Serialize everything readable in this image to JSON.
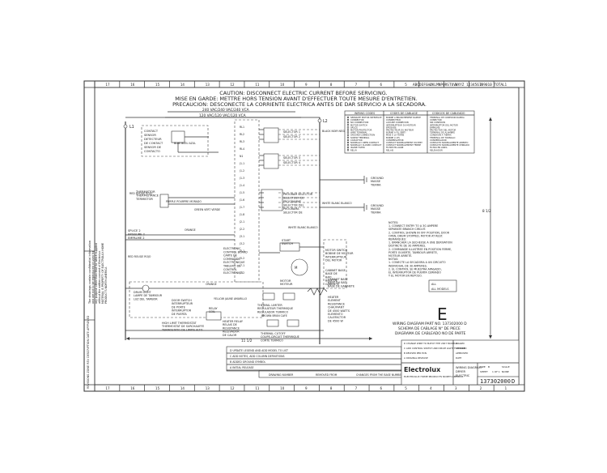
{
  "caution": {
    "en": "CAUTION: DISCONNECT ELECTRIC CURRENT BEFORE SERVICING.",
    "fr": "MISE EN GARDE: METTRE HORS TENSION AVANT D'EFFECTUER TOUTE MESURE D'ENTRETIEN.",
    "es": "PRECAUCION: DESCONECTE LA CORRIENTE ELECTRICA ANTES DE DAR SERVICIO A LA SECADORA."
  },
  "supply": {
    "v240": "240 VAC/240 VAC/240 VCA",
    "v120": "120 VAC/120 VAC/120 VCA",
    "l1": "L1",
    "l2": "L2"
  },
  "top_code": "ABCDEFGHJKLMNPQRSTUVWXYZ 123456789010 TOTAL",
  "column_numbers": [
    "17",
    "16",
    "15",
    "14",
    "13",
    "12",
    "11",
    "10",
    "9",
    "8",
    "7",
    "6",
    "5",
    "4",
    "3",
    "2",
    "1"
  ],
  "components": {
    "contact_sensor": [
      "CONTACT",
      "SENSOR",
      "DETECTEUR",
      "DE CONTACT",
      "SENSOR DE",
      "CONTACTO"
    ],
    "thermistor": [
      "THERMISTOR",
      "THERMISTANCE",
      "TERMISTOR"
    ],
    "splice": [
      "SPLICE 2",
      "EPISSURE 2",
      "EMPALME 2"
    ],
    "control": [
      "ELECTRONIC",
      "CONTROL BOARD",
      "CARTE DE",
      "COMMANDE",
      "ELECTRONIQUE",
      "TABLERO DE",
      "CONTROL",
      "ELECTRONICO"
    ],
    "program_selector": [
      "PROGRAM SELECTOR",
      "SELECTEUR DE",
      "PROGRAMME",
      "SELECTOR DEL",
      "PROGRAMA",
      "SELECTOR DE"
    ],
    "selectors": [
      "SELECTOR 1",
      "SELECTOR 2",
      "SELECTOR 3",
      "SELECTOR 4"
    ],
    "start_sw": [
      "START",
      "SWITCH"
    ],
    "motor": [
      "MOTOR",
      "MOTEUR"
    ],
    "motor_sw": [
      "MOTOR SWITCH",
      "BOBINE DE MOTEUR",
      "INTERRUPTEUR",
      "DEL MOTOR"
    ],
    "door_sw": [
      "DOOR SWITCH",
      "INTERRUPTEUR",
      "DE PORTE",
      "INTERRUPTOR",
      "DE PUERTA"
    ],
    "drum_light": [
      "DRUM LIGHT",
      "LAMPE DE TAMBOUR",
      "LUZ DEL TAMBOR"
    ],
    "high_limit": [
      "HIGH LIMIT THERMOSTAT",
      "THERMOSTAT DE SURCHAUFFE",
      "TERMOSTATO DE LIMITE ALTO"
    ],
    "relay_coil": [
      "RELAY",
      "COIL"
    ],
    "heater_relay": [
      "HEATER RELAY",
      "RELAIS DE",
      "RESISTANCE",
      "RELEVADOR",
      "DE CALOR"
    ],
    "thermal_limiter": [
      "THERMAL LIMITER",
      "REGULATEUR THERMIQUE",
      "REGULADOR TERMICO"
    ],
    "thermal_cutoff": [
      "THERMAL CUTOFF",
      "COUPE-CIRCUIT THERMIQUE",
      "CORTE TERMICO"
    ],
    "heater": [
      "HEATER",
      "ELEMENT",
      "RESISTANCE",
      "CHAUFFANT",
      "DE 4500 WATTS",
      "ELEMENTO",
      "CALEFACTOR",
      "DE 4500 W"
    ],
    "cabinet_base": [
      "CABINET BASE",
      "BASE DE",
      "BATI",
      "BASE DE",
      "GABINETE"
    ],
    "cabinet_base2": [
      "CABINET BASE",
      "BASE DU BATI",
      "BASE DE GABINETE"
    ],
    "ground_a": [
      "GROUND",
      "MASSE",
      "TIERRA"
    ],
    "ground_b": [
      "GROUND",
      "MASSE",
      "TIERRA"
    ]
  },
  "wire_colors": {
    "red": "RED ROUGE ROJO",
    "black": "BLACK NOIR NEGRO",
    "white": "WHITE BLANC BLANCO",
    "blue": "BLUE BLEU AZUL",
    "orange": "ORANGE",
    "purple": "PURPLE POURPRE MORADO",
    "green": "GREEN VERT VERDE",
    "brown": "BROWN BRUN CAFE",
    "yellow": "YELLOW JAUNE AMARILLO"
  },
  "relay_labels": [
    "RL1",
    "RL2",
    "RL3",
    "RL4",
    "N1",
    "J1-1",
    "J1-2",
    "J1-3",
    "J1-4",
    "J1-5",
    "J1-6",
    "J1-7",
    "J1-8",
    "J2-1",
    "J2-2",
    "J3-1",
    "J3-2",
    "J5-1",
    "J5-2",
    "J7-1",
    "J7-2"
  ],
  "legend": {
    "headers": [
      "WIRING CODES",
      "CODES DE CABLAGE",
      "CODIGOS DE CABLEADO"
    ],
    "rows": [
      [
        "SEPARATE MOTOR INTERFACE",
        "BORNE A BRANCHEMENT RAPIDE",
        "TERMINAL DE CONEXION RAPIDA"
      ],
      [
        "CONNECTOR",
        "CONNECTEUR",
        "CONECTOR"
      ],
      [
        "NO CONNECTION",
        "AUCUNE CONNEXION",
        "SIN CONEXION"
      ],
      [
        "MOTOR SWITCH",
        "INTERRUPTEUR DU MOTEUR",
        "INTERRUPTOR DEL MOTOR"
      ],
      [
        "SPLICE",
        "EPISSURE",
        "EMPALME"
      ],
      [
        "MOTOR PROTECTOR",
        "PROTECTEUR DU MOTEUR",
        "PROTECTOR DEL MOTOR"
      ],
      [
        "WIRE TERMINAL",
        "BORNE A FIL SERTI",
        "TERMINAL DE ALAMBRE"
      ],
      [
        "GROUND CONNECTION",
        "MISE A LA TERRE",
        "CONEXION A TIERRA"
      ],
      [
        "SCREW TERMINAL",
        "BORNE A VIS",
        "TERMINAL DE TORNILLO"
      ],
      [
        "CAPACITOR",
        "CONDENSATEUR",
        "CONDENSADOR"
      ],
      [
        "NORMALLY OPEN CONTACT",
        "CONTACT NORMALEMENT OUVERT",
        "CONTACTO NORMALMENTE ABIERTO"
      ],
      [
        "NORMALLY CLOSED CONTACT",
        "CONTACT NORMALEMENT FERME",
        "CONTACTO NORMALMENTE CERRADO"
      ],
      [
        "INLINE FILTER",
        "FILTRE EN LIGNE",
        "FILTRO EN LINEA"
      ],
      [
        "RELAY",
        "RELAIS",
        "RELEVADOR"
      ]
    ]
  },
  "notes": [
    "NOTES:",
    "1. CONNECT ENTRY TO A 3G AMPERE",
    "   SEPARATE BRANCH CIRCUIT.",
    "2. CONTROL SHOWN IN OFF POSITION, DOOR",
    "   OPEN, DRUM STOPPED, MOTOR AT REST.",
    "REMARQUES:",
    "1. BRANCHER LA SECHEUSE A UNE DERIVATION",
    "   DISTINCTE DE 30 AMPERES.",
    "2. COMMANDE ILLUSTREE EN POSITION FERME,",
    "   PORTE OUVERTE, TAMBOUR ARRETE,",
    "   MOTEUR ARRETE.",
    "NOTAS:",
    "1. CONECTE LA SECADORA A UN CIRCUITO",
    "   INDIVIDUAL DE 30 AMPERES.",
    "2. EL CONTROL SE MUESTRA APAGADO,",
    "   EL INTERRUPTOR DE PUERTA CERRADO",
    "   Y EL MOTOR EN REPOSO."
  ],
  "all_models": [
    "ALL",
    "ALL MODELS"
  ],
  "big_letter": "E",
  "wiring_diagram": [
    "WIRING DIAGRAM PART NO. 137302000 D",
    "SCHEMA DE CABLAGE N° DE PIECE",
    "DIAGRAMA DE CABLEADO NO DE PARTE"
  ],
  "dims": {
    "width": "11 1/2",
    "height": "8 1/2"
  },
  "left_block": [
    "The drawings contain confidential information",
    "and are not to be reproduced or used for",
    "any purpose other than that for which supplied",
    "without the written consent of Electrolux.",
    "MATERIAL IS PROPERTY OF ELECTROLUX HOME",
    "PRODUCTS NORTH AMERICA"
  ],
  "left_rev_block": [
    "REVISIONS",
    "ZONE",
    "REV",
    "DESCRIPTION",
    "DATE",
    "APPROVED"
  ],
  "title_block": {
    "company": "Electrolux",
    "company_line": "ELECTROLUX HOME PRODUCTS NORTH AMERICA",
    "title_lines": [
      "WIRING DIAGRAM",
      "DRYER",
      "ELECTRIC"
    ],
    "part_no": "137302000",
    "rev": "D",
    "size": "B",
    "sheet": "1 OF 1",
    "scale": "NONE",
    "labels": [
      "DRAWN",
      "CHECKED",
      "APPROVED",
      "DATE",
      "SCALE",
      "SHEET",
      "SIZE",
      "DWG NO.",
      "REV",
      "DESIGN CENTER",
      "REMOVED FROM",
      "CHANGES FROM THE BASE NUMBER",
      "DRAWING NUMBER"
    ],
    "rows": [
      "D  CHANGE WIRE TO MATCH THE 2007 MODELS",
      "C  ADD CONTROL SWITCH AND DRUM LIGHT FOR 2006",
      "B  REVISED PER ECN",
      "A  ORIGINAL RELEASE"
    ]
  },
  "bottom_mid_rows": [
    "D  UPDATE LEGEND AND ADD MODEL TO LIST",
    "C  ADD NOTES, ADD COLUMN DEFINITIONS",
    "B  ADDED GROUND SYMBOL",
    "A  INITIAL RELEASE"
  ]
}
